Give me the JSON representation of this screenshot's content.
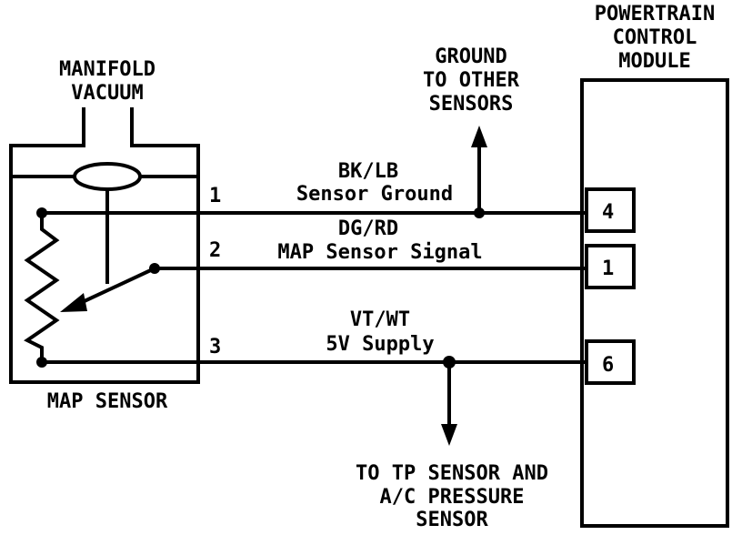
{
  "pcm": {
    "title_lines": [
      "POWERTRAIN",
      "CONTROL",
      "MODULE"
    ],
    "pins": [
      "4",
      "1",
      "6"
    ]
  },
  "manifold": {
    "label_lines": [
      "MANIFOLD",
      "VACUUM"
    ]
  },
  "map_sensor": {
    "label": "MAP SENSOR",
    "pins": [
      "1",
      "2",
      "3"
    ]
  },
  "ground_branch": {
    "label_lines": [
      "GROUND",
      "TO OTHER",
      "SENSORS"
    ]
  },
  "supply_branch": {
    "label_lines": [
      "TO TP SENSOR AND",
      "A/C PRESSURE",
      "SENSOR"
    ]
  },
  "wires": [
    {
      "color_code": "BK/LB",
      "function": "Sensor Ground"
    },
    {
      "color_code": "DG/RD",
      "function": "MAP Sensor Signal"
    },
    {
      "color_code": "VT/WT",
      "function": "5V Supply"
    }
  ]
}
